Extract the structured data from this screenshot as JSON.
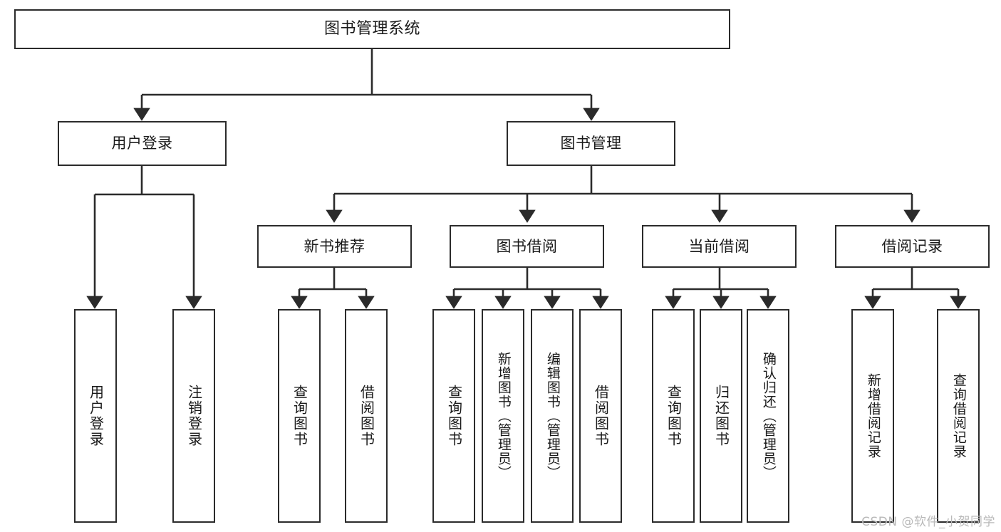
{
  "diagram": {
    "title": "图书管理系统",
    "type": "tree-hierarchy-chart",
    "watermark": "CSDN @软件_小贺同学",
    "line_color": "#2b2b2b",
    "box_fill": "#ffffff",
    "text_color": "#1a1a1a",
    "watermark_color": "#b9b9b9"
  },
  "nodes": {
    "root": {
      "label": "图书管理系统"
    },
    "level2": [
      {
        "id": "user-login",
        "label": "用户登录"
      },
      {
        "id": "book-manage",
        "label": "图书管理"
      }
    ],
    "level3": [
      {
        "id": "new-book-recommend",
        "label": "新书推荐"
      },
      {
        "id": "book-borrow",
        "label": "图书借阅"
      },
      {
        "id": "current-borrow",
        "label": "当前借阅"
      },
      {
        "id": "borrow-record",
        "label": "借阅记录"
      }
    ],
    "leaves": {
      "user-login": [
        {
          "id": "leaf-user-login",
          "label": "用户登录"
        },
        {
          "id": "leaf-logout",
          "label": "注销登录"
        }
      ],
      "new-book-recommend": [
        {
          "id": "leaf-query-book-1",
          "label": "查询图书"
        },
        {
          "id": "leaf-borrow-book-1",
          "label": "借阅图书"
        }
      ],
      "book-borrow": [
        {
          "id": "leaf-query-book-2",
          "label": "查询图书"
        },
        {
          "id": "leaf-add-book",
          "label": "新增图书（管理员）"
        },
        {
          "id": "leaf-edit-book",
          "label": "编辑图书（管理员）"
        },
        {
          "id": "leaf-borrow-book-2",
          "label": "借阅图书"
        }
      ],
      "current-borrow": [
        {
          "id": "leaf-query-book-3",
          "label": "查询图书"
        },
        {
          "id": "leaf-return-book",
          "label": "归还图书"
        },
        {
          "id": "leaf-confirm-return",
          "label": "确认归还（管理员）"
        }
      ],
      "borrow-record": [
        {
          "id": "leaf-add-record",
          "label": "新增借阅记录"
        },
        {
          "id": "leaf-query-record",
          "label": "查询借阅记录"
        }
      ]
    }
  }
}
